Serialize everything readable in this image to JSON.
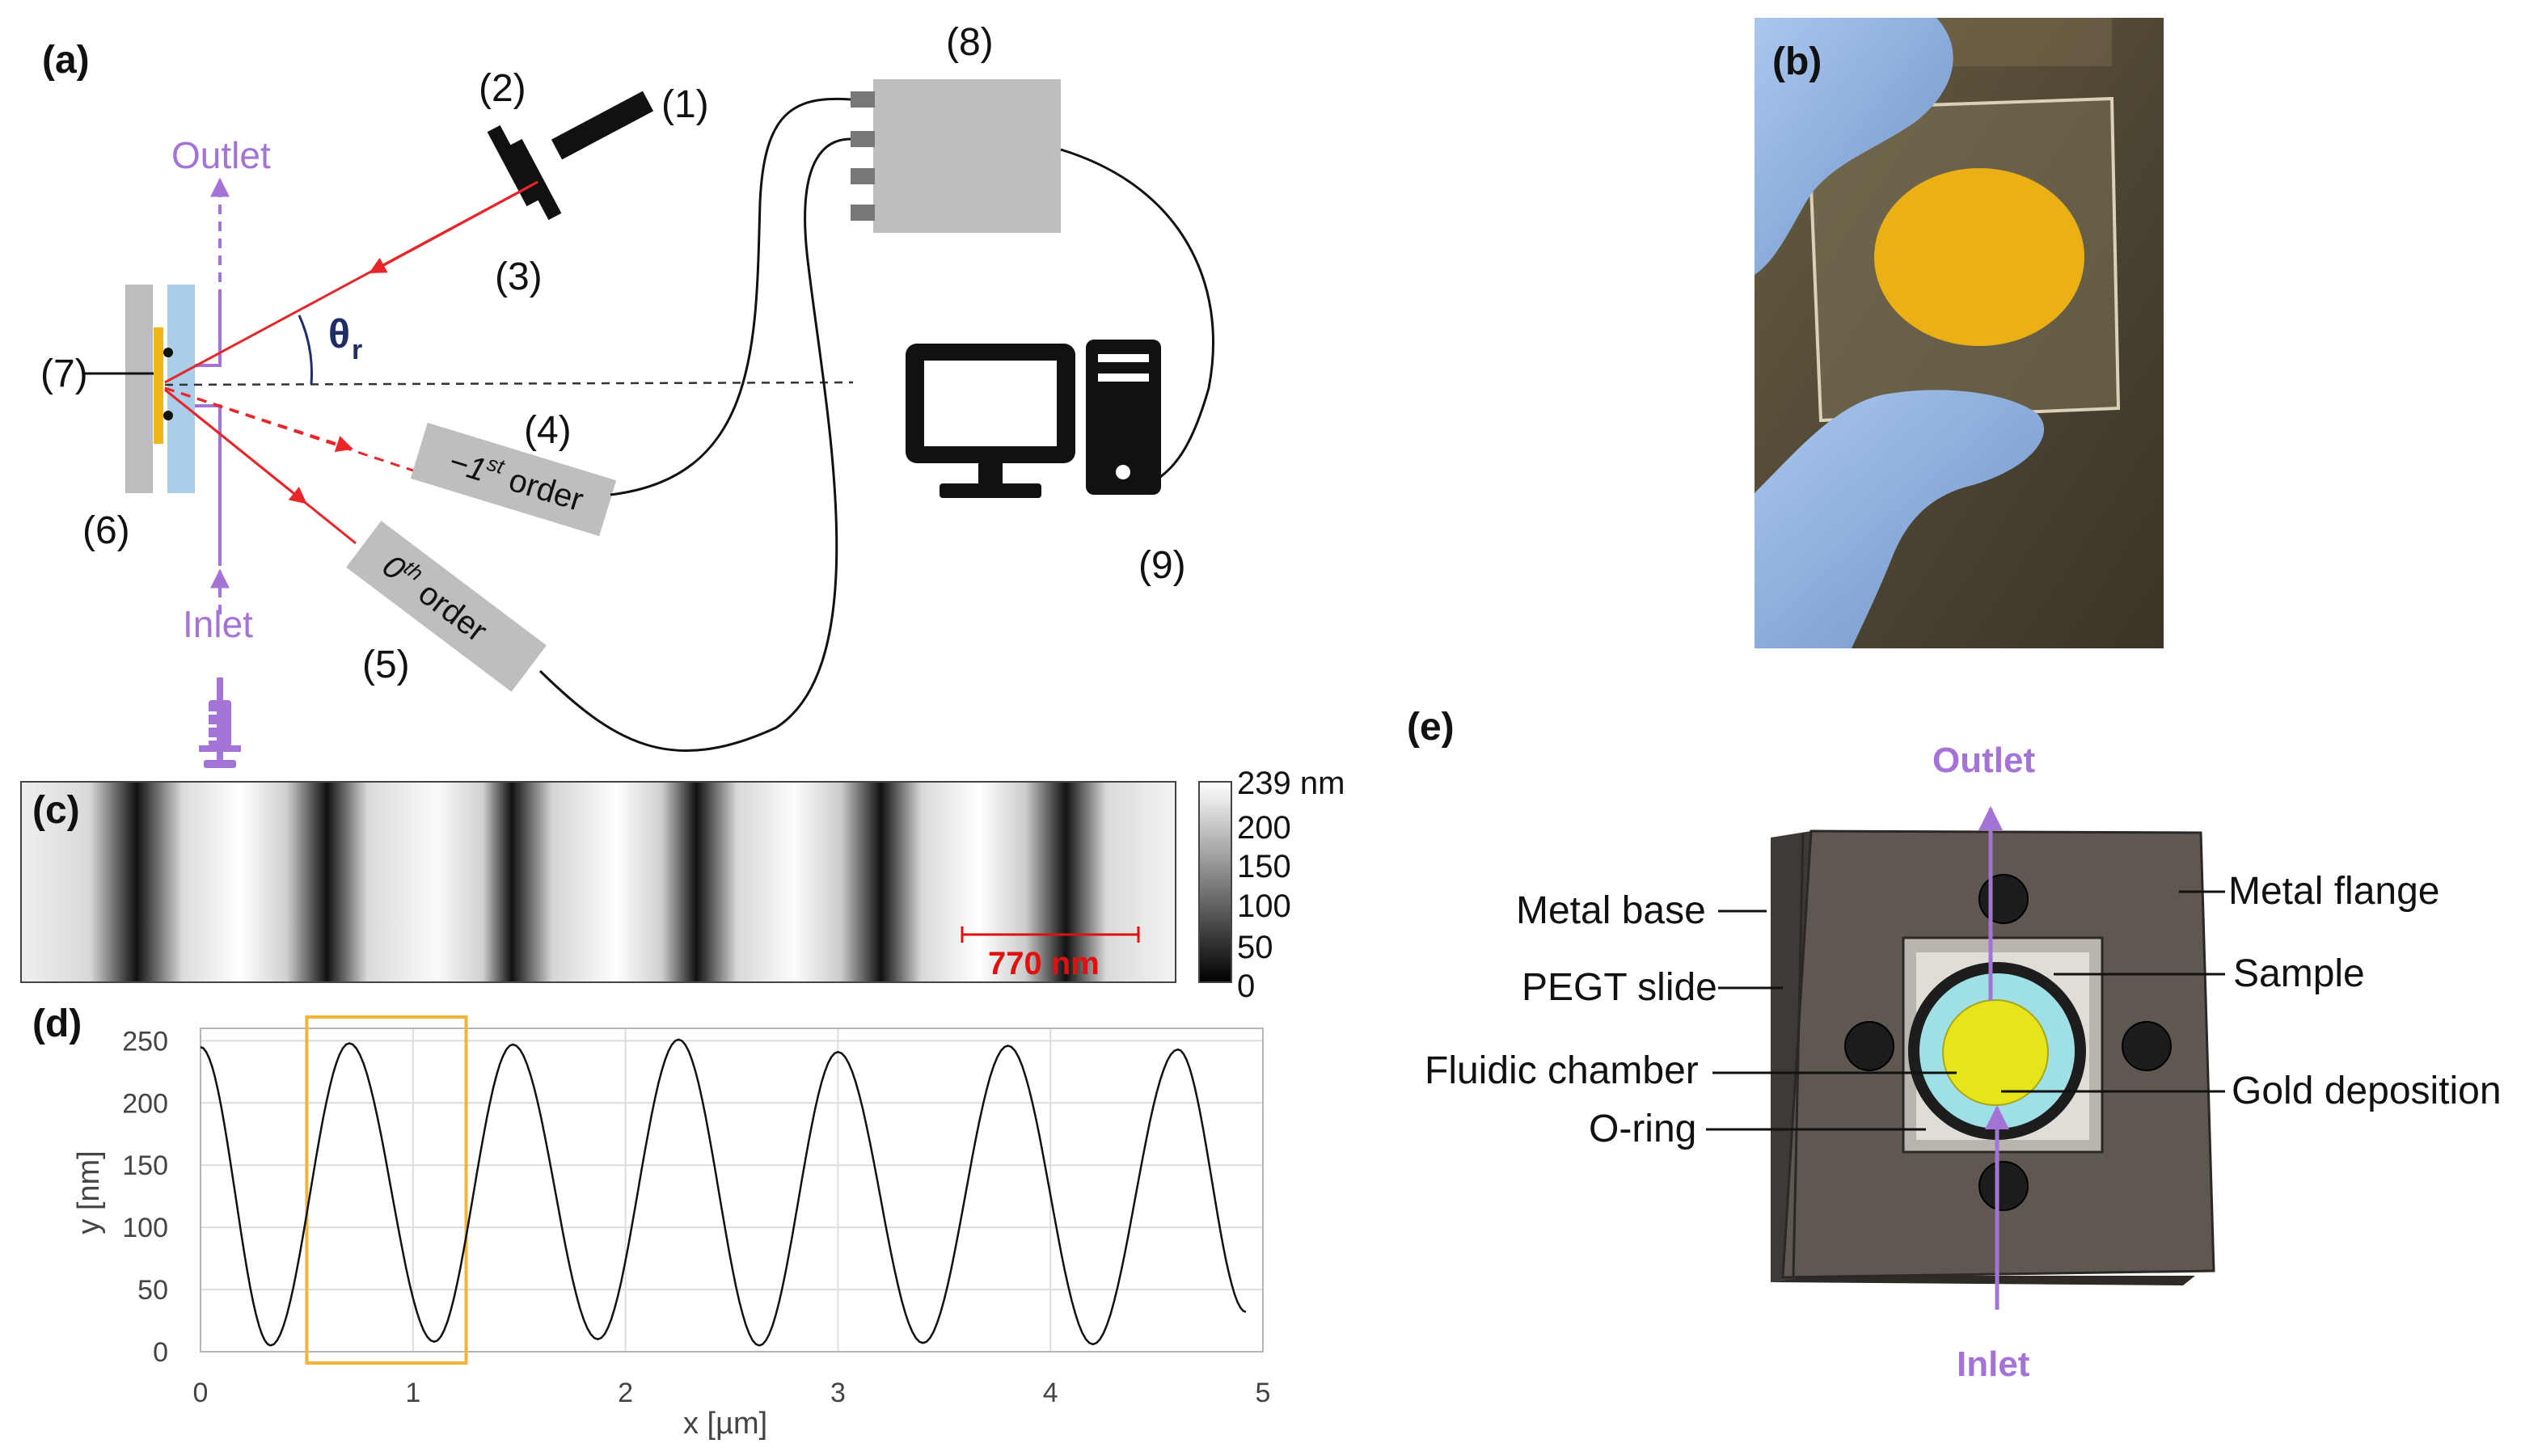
{
  "panel_letters": {
    "a": "(a)",
    "b": "(b)",
    "c": "(c)",
    "d": "(d)",
    "e": "(e)"
  },
  "panel_a": {
    "num1": "(1)",
    "num2": "(2)",
    "num3": "(3)",
    "num4": "(4)",
    "num5": "(5)",
    "num6": "(6)",
    "num7": "(7)",
    "num8": "(8)",
    "num9": "(9)",
    "outlet": "Outlet",
    "inlet": "Inlet",
    "theta": "θ",
    "theta_sub": "r",
    "minus": "−1",
    "sup_st": "st",
    "order": "order",
    "zero": "0",
    "sup_th": "th",
    "colors": {
      "laser": "#e8262a",
      "fluid": "#a373d6",
      "gold": "#f0b816",
      "slide": "#a9cdea",
      "base": "#bdbdbd",
      "box": "#bebebe",
      "theta": "#1f2f66"
    }
  },
  "panel_c": {
    "colorbar_ticks": [
      "239 nm",
      "200",
      "150",
      "100",
      "50",
      "0"
    ],
    "scale_label": "770 nm",
    "scale_color": "#e01010"
  },
  "panel_e": {
    "outlet": "Outlet",
    "inlet": "Inlet",
    "labels_left": [
      "Metal base",
      "PEGT slide",
      "Fluidic chamber",
      "O-ring"
    ],
    "labels_right": [
      "Metal flange",
      "Sample",
      "Gold deposition"
    ],
    "colors": {
      "chamber": "#9fe0e6",
      "gold": "#e6e41a",
      "metal": "#5e5851"
    }
  },
  "chart_data": {
    "type": "line",
    "xlabel": "x [µm]",
    "ylabel": "y [nm]",
    "xlim": [
      0,
      5
    ],
    "ylim": [
      0,
      260
    ],
    "x_ticks": [
      0,
      1,
      2,
      3,
      4,
      5
    ],
    "y_ticks": [
      0,
      50,
      100,
      150,
      200,
      250
    ],
    "grid": true,
    "highlight_x_range": [
      0.5,
      1.25
    ],
    "highlight_color": "#f0b43a",
    "series": [
      {
        "x": [
          0,
          0.33,
          0.7,
          1.1,
          1.47,
          1.87,
          2.25,
          2.63,
          3.0,
          3.4,
          3.8,
          4.2,
          4.6,
          4.92
        ],
        "values": [
          245,
          5,
          248,
          8,
          247,
          10,
          251,
          5,
          241,
          7,
          246,
          6,
          243,
          32
        ]
      }
    ]
  }
}
